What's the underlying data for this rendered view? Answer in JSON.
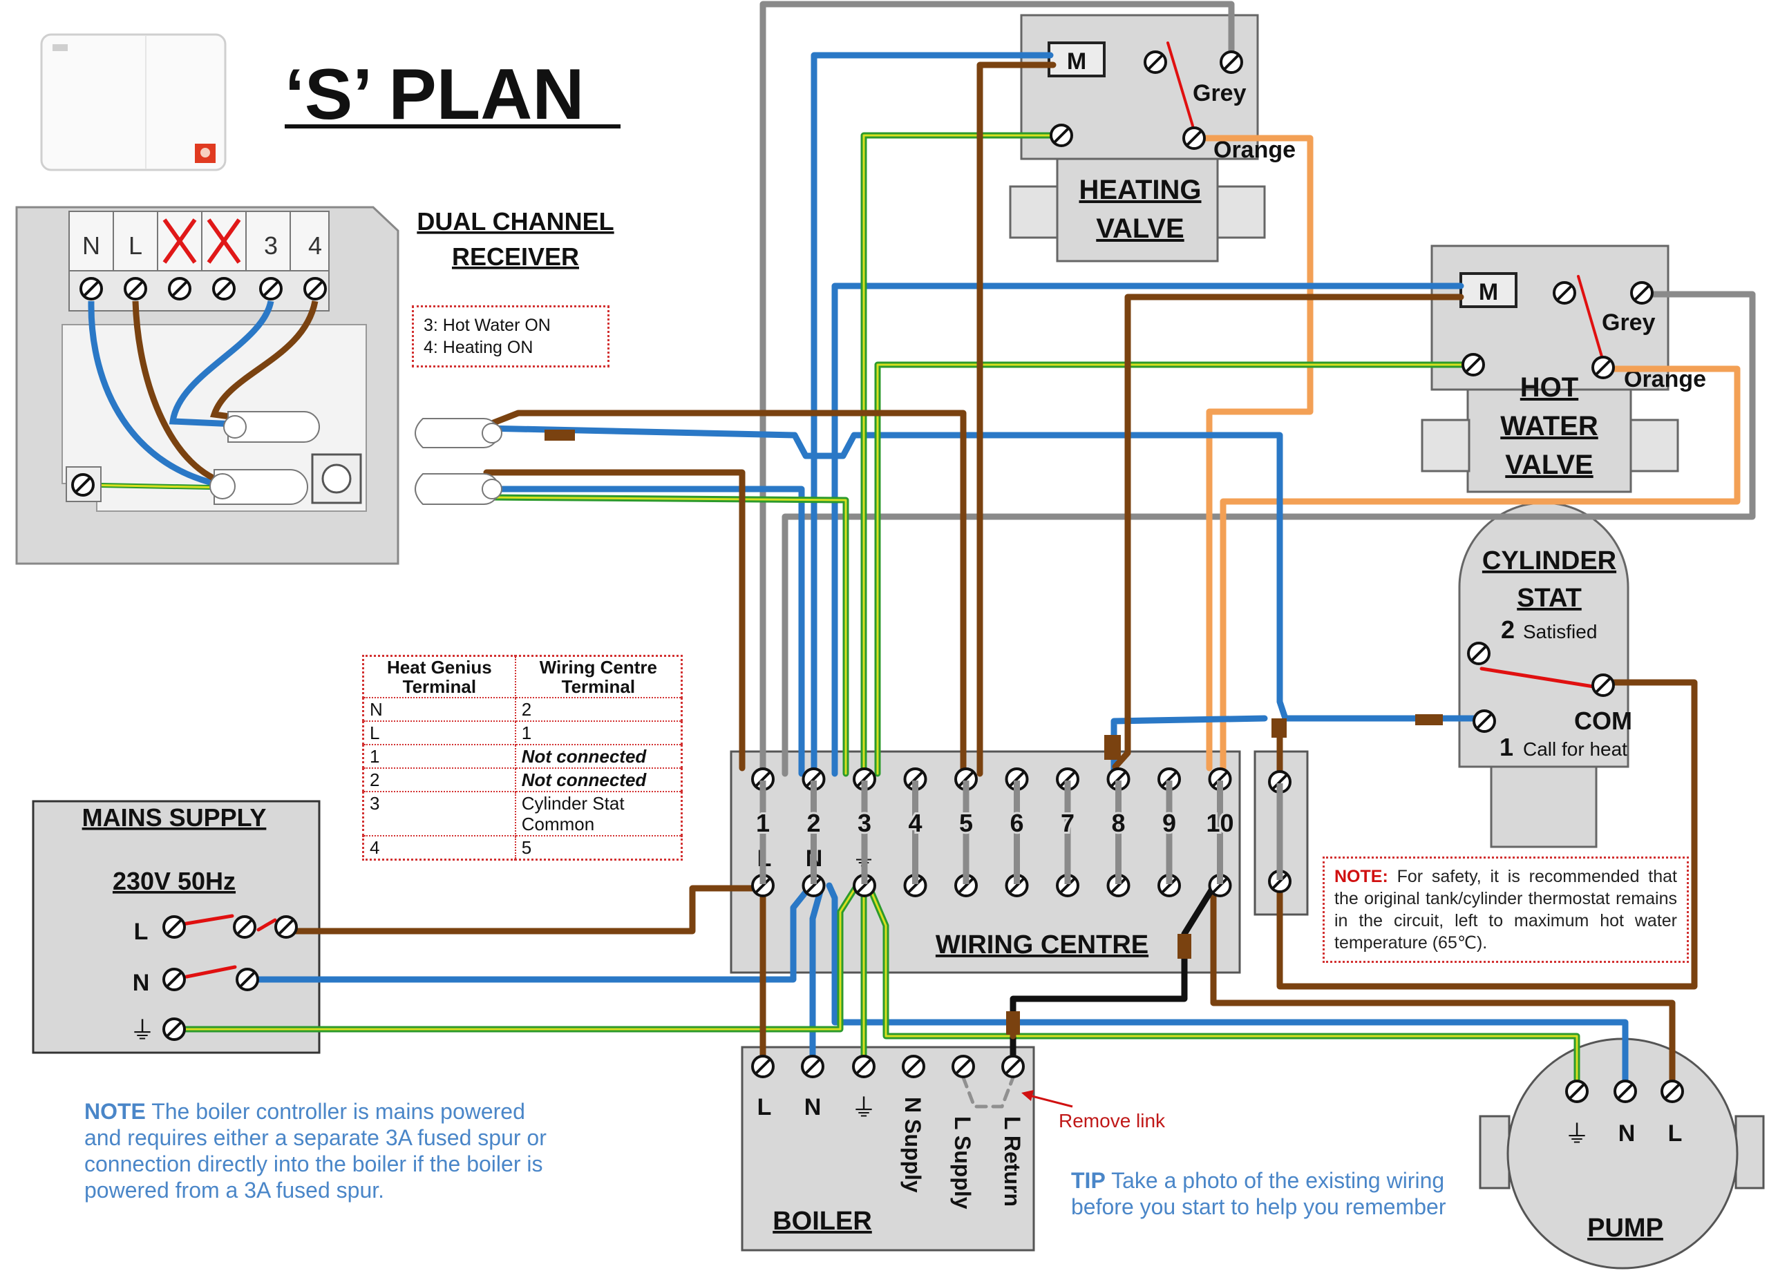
{
  "title": "‘S’ PLAN",
  "receiver": {
    "title_line1": "DUAL CHANNEL",
    "title_line2": "RECEIVER",
    "terminals": [
      "N",
      "L",
      "",
      "",
      "3",
      "4"
    ],
    "note_line1": "3: Hot Water ON",
    "note_line2": "4: Heating ON"
  },
  "heating_valve": {
    "title_line1": "HEATING",
    "title_line2": "VALVE",
    "motor": "M",
    "grey": "Grey",
    "orange": "Orange"
  },
  "hot_water_valve": {
    "title_line1": "HOT",
    "title_line2": "WATER",
    "title_line3": "VALVE",
    "motor": "M",
    "grey": "Grey",
    "orange": "Orange"
  },
  "cylinder_stat": {
    "title_line1": "CYLINDER",
    "title_line2": "STAT",
    "t2_num": "2",
    "t2_label": "Satisfied",
    "com": "COM",
    "t1_num": "1",
    "t1_label": "Call for heat"
  },
  "terminal_table": {
    "headers": [
      "Heat Genius Terminal",
      "Wiring Centre Terminal"
    ],
    "rows": [
      [
        "N",
        "2"
      ],
      [
        "L",
        "1"
      ],
      [
        "1",
        "Not connected"
      ],
      [
        "2",
        "Not connected"
      ],
      [
        "3",
        "Cylinder Stat Common"
      ],
      [
        "4",
        "5"
      ]
    ]
  },
  "mains": {
    "title": "MAINS SUPPLY",
    "voltage": "230V 50Hz",
    "l": "L",
    "n": "N",
    "earth": "⏚"
  },
  "wiring_centre": {
    "title": "WIRING CENTRE",
    "numbers": [
      "1",
      "2",
      "3",
      "4",
      "5",
      "6",
      "7",
      "8",
      "9",
      "10"
    ],
    "sub_l": "L",
    "sub_n": "N",
    "sub_e": "⏚"
  },
  "boiler": {
    "title": "BOILER",
    "l": "L",
    "n": "N",
    "earth": "⏚",
    "n_supply": "N Supply",
    "l_supply": "L Supply",
    "l_return": "L Return",
    "remove_link": "Remove link"
  },
  "pump": {
    "title": "PUMP",
    "earth": "⏚",
    "n": "N",
    "l": "L"
  },
  "safety_note": {
    "heading": "NOTE:",
    "text": " For safety, it is recommended that the original tank/cylinder thermostat remains in the circuit, left to maximum hot water temperature (65℃)."
  },
  "boiler_note": {
    "heading": "NOTE",
    "text": " The boiler controller is mains powered and requires either a separate 3A fused spur or connection directly into the boiler if the boiler is powered from a 3A fused spur."
  },
  "tip": {
    "heading": "TIP",
    "text": " Take a photo of the existing wiring before you start to help you remember"
  },
  "colors": {
    "live_brown": "#7a4210",
    "neutral_blue": "#2a78c6",
    "earth_green": "#2c9a2c",
    "earth_yellow": "#d8e020",
    "grey": "#8a8a8a",
    "orange": "#f3a055",
    "link_red": "#e01010",
    "panel_grey": "#d8d8d8"
  }
}
